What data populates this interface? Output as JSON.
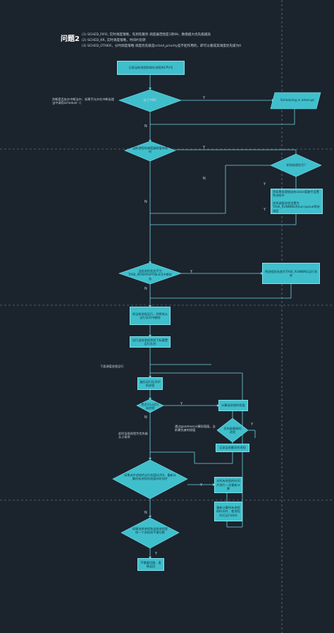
{
  "title": "问题2",
  "notes": [
    "(1)  SCHED_FIFO,     实时调度策略，先到先服务  调度器范围是1到99，数值越大优先级越高",
    "(2)  SCHED_RR,         实时调度策略，时间片轮转",
    "(3)  SCHED_OTHER，分时调度策略         调度优先级是sched_priority是不起作用的，即可以看成其调度优先级为0"
  ],
  "nodes": {
    "start": "记录当前进程和保存进程的CPU号",
    "d_interrupt": "处于中断?",
    "interrupt_side_note": "判断是否处在中断当中，如果不允许在中断处理当中调用schedule（）",
    "sched_in_interrupt": "Scheduling in interrupt",
    "d_lock": "当前进程的调度器取值有效吗",
    "d_signal": "如何处理信号?",
    "signal_box": "则如果处理抛出有value值被令设置到进程中\n\n则将调度进程设置为TASK_RUNNING到run-queue等待调度",
    "d_state": "当前进程状态不为TASK_INTERRUPTIBLE可中断状态",
    "running_box": "将进程状态改为TASK_RUNNING运行状态",
    "remove_rq": "则当前进程运行，则将其从运行队列中删除",
    "pick_next": "运行当前进程将其下标重置运行队列",
    "below_note": "下面调度进程运行",
    "loop_head": "遍历运行队列中的进程",
    "d_runnable": "是否可以运行该进程",
    "calc_weight": "计算该进程的权值",
    "goodness_note": "通过goodness计算权值值，当前最优者的权值",
    "d_best": "优先级最高的进程",
    "update_best": "记录当前最优的进程",
    "left_mid_note": "此时当前进程为优先级从小排序",
    "d_all_zero": "如果选中进程的运行权值均为0，重新计算所有进程的权值的时间片",
    "recalc1": "对所有进程的时间片进行一次重新计算",
    "recalc2": "重新计算所有进程的时间片，使进程的可运行时间",
    "d_switch": "如果选择进程和当前进程是同一个进程则不需切换",
    "end": "不需要切换，直接返回"
  },
  "labels": {
    "yes": "Y",
    "no": "N"
  },
  "colors": {
    "background": "#1b232d",
    "box": "#3fbfcc",
    "line": "#6fd6e0",
    "dashed": "#8aa0ae"
  }
}
